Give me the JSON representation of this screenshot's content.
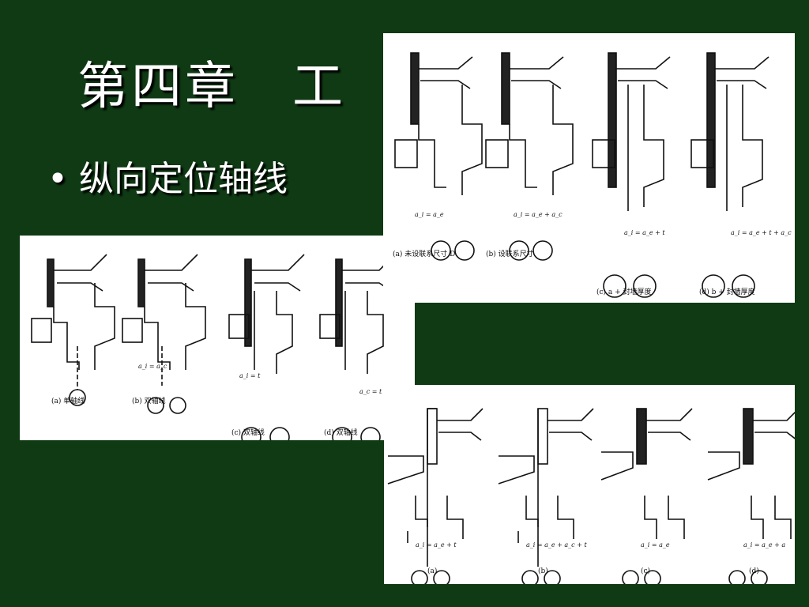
{
  "slide": {
    "title": "第四章　工",
    "bullet_text": "纵向定位轴线"
  },
  "panel_left": {
    "captions": [
      "(a) 单轴线",
      "(b) 双轴线",
      "(c) 双轴线",
      "(d) 双轴线"
    ],
    "formulas": [
      "a_i = a_c",
      "a_i = t",
      "a_c = t +"
    ]
  },
  "panel_top_right": {
    "captions": [
      "(a) 未设联系尺寸 D",
      "(b) 设联系尺寸",
      "(c) a + 封墙厚度",
      "(d) b + 封墙厚度"
    ],
    "formulas": [
      "a_i = a_e",
      "a_i = a_e + a_c",
      "a_i = a_e + t",
      "a_i = a_e + t + a_c"
    ]
  },
  "panel_bottom_right": {
    "captions": [
      "(a)",
      "(b)",
      "(c)",
      "(d)"
    ],
    "formulas": [
      "a_i = a_e + t",
      "a_i = a_e + a_c + t",
      "a_i = a_e",
      "a_i = a_e + a"
    ]
  }
}
